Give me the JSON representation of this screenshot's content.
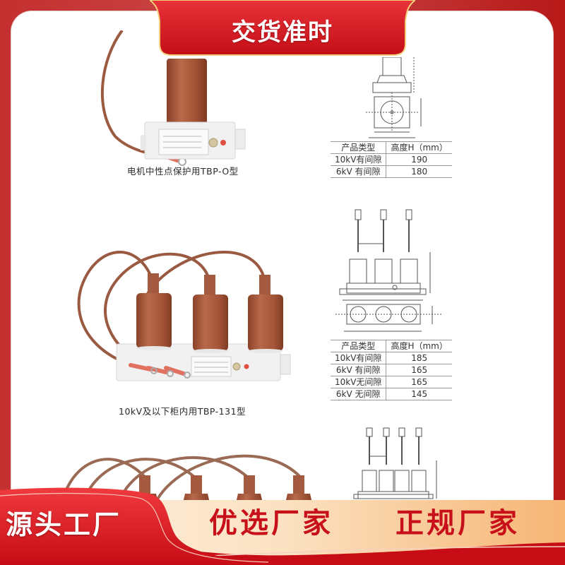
{
  "top_banner": {
    "title": "交货准时"
  },
  "products": [
    {
      "name": "TBP-O",
      "caption": "电机中性点保护用TBP-O型",
      "spec_table": {
        "headers": [
          "产品类型",
          "高度H（mm）"
        ],
        "rows": [
          [
            "10kV有间隙",
            "190"
          ],
          [
            "6kV 有间隙",
            "180"
          ]
        ]
      }
    },
    {
      "name": "TBP-131",
      "caption": "10kV及以下柜内用TBP-131型",
      "spec_table": {
        "headers": [
          "产品类型",
          "高度H（mm）"
        ],
        "rows": [
          [
            "10kV有间隙",
            "185"
          ],
          [
            "6kV 有间隙",
            "165"
          ],
          [
            "10kV无间隙",
            "165"
          ],
          [
            "6kV 无间隙",
            "145"
          ]
        ]
      }
    },
    {
      "name": "four-phase",
      "caption": ""
    }
  ],
  "bottom_banner": {
    "left_label": "源头工厂",
    "slogan_1": "优选厂家",
    "slogan_2": "正规厂家"
  },
  "colors": {
    "frame_red": "#c23636",
    "banner_red": "#d9141e",
    "slogan_red": "#c8101a",
    "gold_trim": "#f3d07a",
    "arrester_brown": "#a65a3c",
    "cream": "#fbe4c4",
    "orange": "#f6b574"
  }
}
